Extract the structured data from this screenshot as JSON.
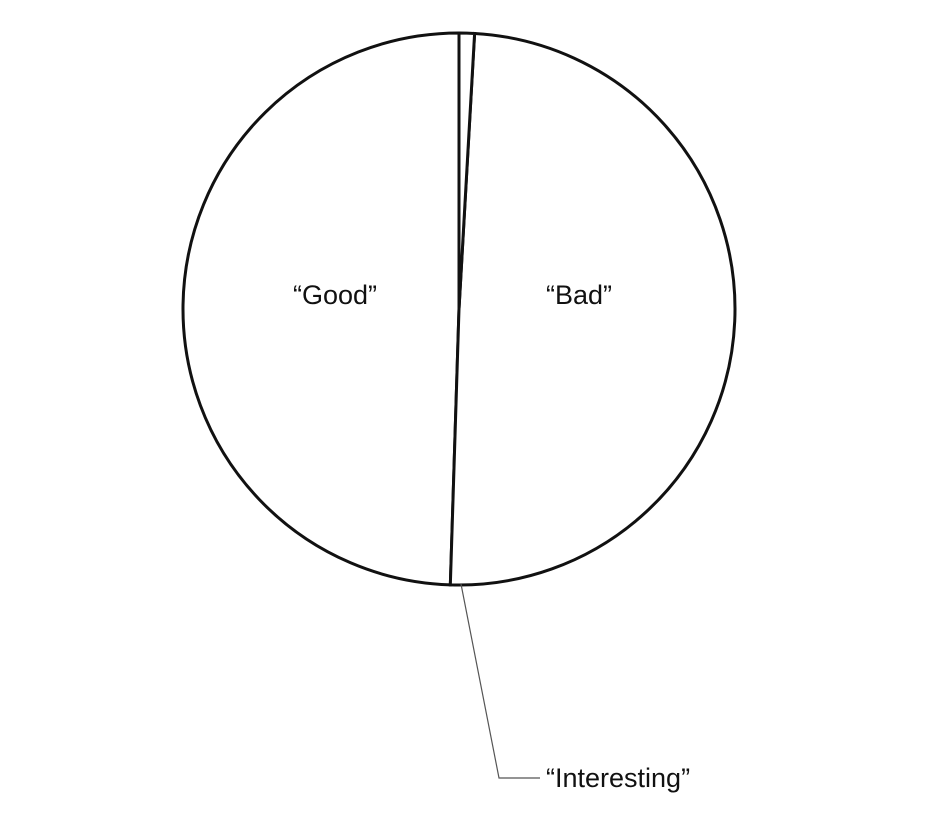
{
  "chart_data": {
    "type": "pie",
    "title": "",
    "slices": [
      {
        "label": "“Good”",
        "value": 49.5
      },
      {
        "label": "“Bad”",
        "value": 49.6
      },
      {
        "label": "“Interesting”",
        "value": 0.9
      }
    ],
    "start_angle_deg": 0,
    "direction": "counterclockwise",
    "callout": "“Interesting”",
    "colors": {
      "fill": "#ffffff",
      "stroke": "#111111",
      "leader": "#555555"
    }
  }
}
